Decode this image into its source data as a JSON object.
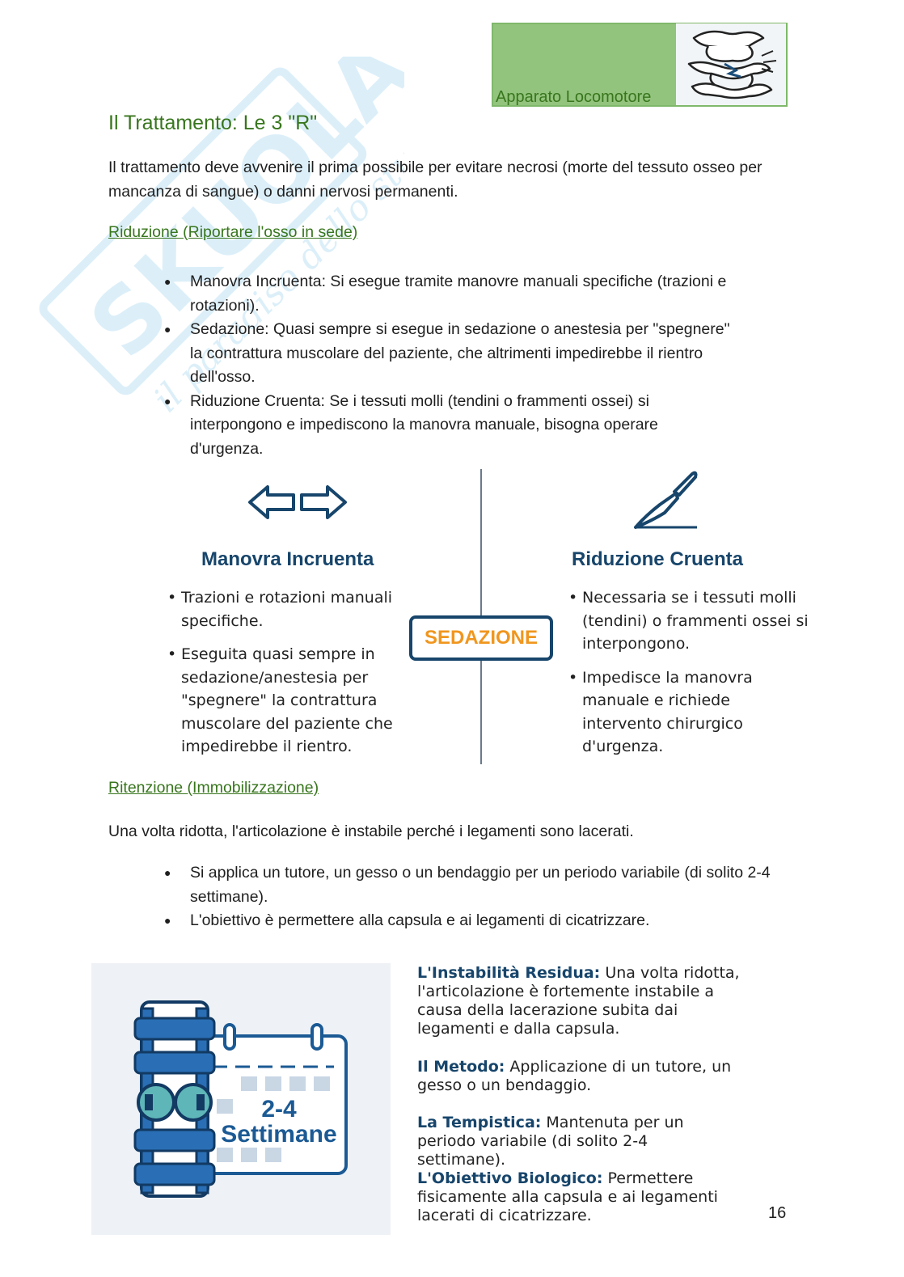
{
  "header": {
    "section_label": "Apparato Locomotore",
    "image_icon": "spine-vertebrae-icon"
  },
  "watermark": {
    "brand": "SKUOLA.net",
    "tagline": "il paradiso dello studente"
  },
  "title": "Il Trattamento: Le 3 \"R\"",
  "intro": "Il trattamento deve avvenire il prima possibile per evitare necrosi (morte del tessuto osseo per mancanza di sangue) o danni nervosi permanenti.",
  "riduzione": {
    "heading": "Riduzione (Riportare l'osso in sede)",
    "bullets": [
      "Manovra Incruenta: Si esegue tramite manovre manuali specifiche (trazioni e rotazioni).",
      "Sedazione: Quasi sempre si esegue in sedazione o anestesia per \"spegnere\" la contrattura muscolare del paziente, che altrimenti impedirebbe il rientro dell'osso.",
      "Riduzione Cruenta: Se i tessuti molli (tendini o frammenti ossei) si interpongono e impediscono la manovra manuale, bisogna operare d'urgenza."
    ]
  },
  "infographic1": {
    "left": {
      "icon": "left-right-arrows-icon",
      "title": "Manovra Incruenta",
      "points": [
        "Trazioni e rotazioni manuali specifiche.",
        "Eseguita quasi sempre in sedazione/anestesia per \"spegnere\" la contrattura muscolare del paziente che impedirebbe il rientro."
      ]
    },
    "center_label": "SEDAZIONE",
    "right": {
      "icon": "scalpel-icon",
      "title": "Riduzione Cruenta",
      "points": [
        "Necessaria se i tessuti molli (tendini) o frammenti ossei si interpongono.",
        "Impedisce la manovra manuale e richiede intervento chirurgico d'urgenza."
      ]
    },
    "colors": {
      "navy": "#17456b",
      "orange": "#f0961e"
    }
  },
  "ritenzione": {
    "heading": "Ritenzione (Immobilizzazione)",
    "intro": "Una volta ridotta, l'articolazione è instabile perché i legamenti sono lacerati.",
    "bullets": [
      "Si applica un tutore, un gesso o un bendaggio per un periodo variabile (di solito 2-4 settimane).",
      "L'obiettivo è permettere alla capsula e ai legamenti di cicatrizzare."
    ]
  },
  "infographic2": {
    "icons": [
      "knee-brace-icon",
      "calendar-icon"
    ],
    "calendar_line1": "2-4",
    "calendar_line2": "Settimane",
    "blocks": [
      {
        "label": "L'Instabilità Residua:",
        "text": " Una volta ridotta, l'articolazione è fortemente instabile a causa della lacerazione subita dai legamenti e dalla capsula."
      },
      {
        "label": "Il Metodo:",
        "text": " Applicazione di un tutore, un gesso o un bendaggio."
      },
      {
        "label": "La Tempistica:",
        "text": " Mantenuta per un periodo variabile (di solito 2-4 settimane)."
      },
      {
        "label": "L'Obiettivo Biologico:",
        "text": " Permettere fisicamente alla capsula e ai legamenti lacerati di cicatrizzare."
      }
    ]
  },
  "page_number": "16"
}
